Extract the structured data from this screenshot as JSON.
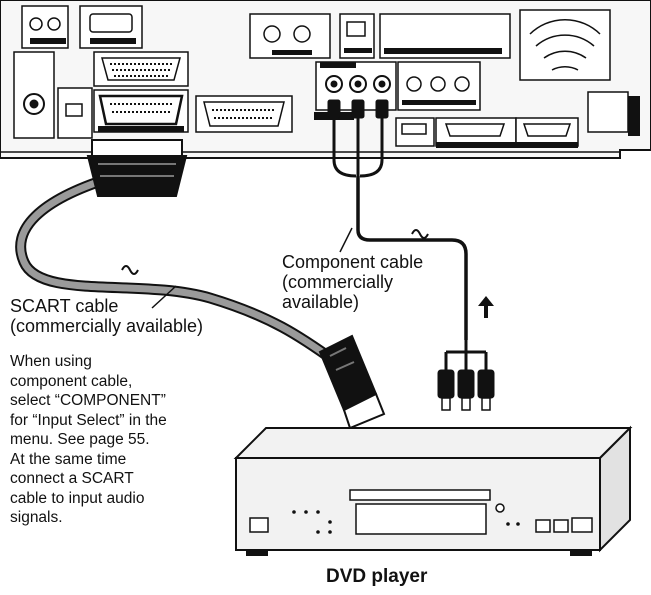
{
  "labels": {
    "component_cable": "Component cable\n(commercially\navailable)",
    "scart_cable": "SCART cable\n(commercially available)",
    "note": "When using\ncomponent cable,\nselect “COMPONENT”\nfor “Input Select” in the\nmenu. See page 55.\nAt the same time\nconnect a SCART\ncable to input audio\nsignals.",
    "dvd_player": "DVD player"
  },
  "icons": {
    "arrow": "up-arrow-icon",
    "scart_plug": "scart-plug-icon",
    "rca_plug": "rca-plug-icon"
  },
  "colors": {
    "line": "#111111",
    "cable_gray": "#9a9a9a",
    "device_fill": "#f2f2f2"
  }
}
